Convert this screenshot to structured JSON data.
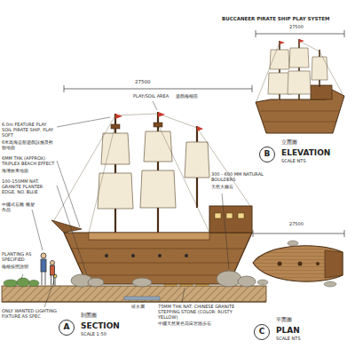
{
  "diagram": {
    "nodes": [
      {
        "text": [
          "A",
          "SECTION",
          "SCALE 1:50",
          "剖面圖"
        ]
      },
      {
        "text": [
          "B",
          "ELEVATION",
          "SCALE NTS",
          "立面圖"
        ]
      },
      {
        "text": [
          "C",
          "PLAN",
          "SCALE NTS",
          "平面圖"
        ]
      }
    ],
    "labels": [
      "BUCCANEER PIRATE SHIP PLAY SYSTEM",
      "27500",
      "27500",
      "PLAY/SOIL AREA",
      "遊戲種植區",
      "6.0m FEATURE PLAY SOIL PIRATE SHIP, PLAY SOFT",
      "6米高海盜船遊戲設施及軟墊地面",
      "6MM THK (APPROX) TRIPLEX BEACH EFFECT",
      "海灘效果地面",
      "100-150MM NAT. GRANITE PLANTER EDGE, NO. BLUE",
      "中國式石雕 雕塑 作品",
      "300 - 600 MM NATURAL BOULDERS",
      "天然大圓石",
      "27500",
      "PLANTING AS SPECIFIED",
      "種植按照說明",
      "排水層",
      "ONLY WANTED LIGHTING FIXTURE AS SPEC",
      "75MM THK NAT. CHINESE GRANITE STEPPING STONE (COLOR: RUSTY YELLOW)",
      "中國天然黃色花崗岩踏步石"
    ]
  }
}
